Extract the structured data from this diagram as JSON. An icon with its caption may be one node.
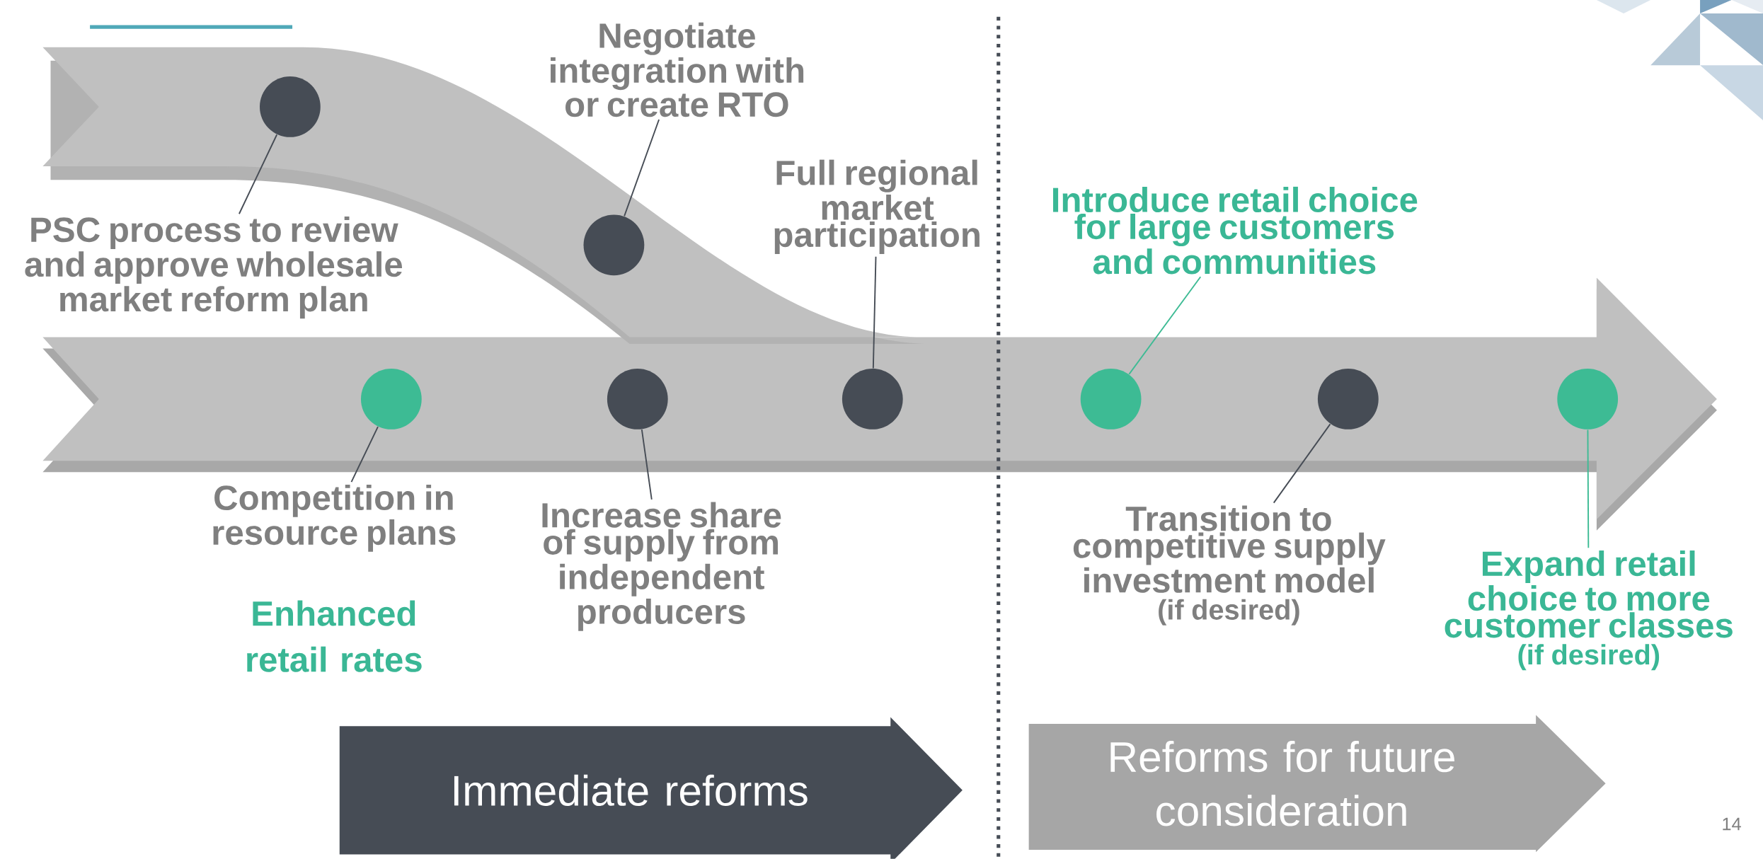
{
  "diagram": {
    "nodes": [
      {
        "text": [
          "PSC process to review and approve wholesale market reform plan"
        ]
      },
      {
        "text": [],
        "shape": "circle"
      },
      {
        "text": [
          "Negotiate integration with or create RTO"
        ]
      },
      {
        "text": [],
        "shape": "circle"
      },
      {
        "text": [
          "Full regional market participation"
        ]
      },
      {
        "text": [],
        "shape": "circle"
      },
      {
        "text": [],
        "shape": "circle"
      },
      {
        "text": [],
        "shape": "circle"
      },
      {
        "text": [
          "Introduce retail choice for large customers and communities"
        ]
      },
      {
        "text": [],
        "shape": "circle"
      },
      {
        "text": [],
        "shape": "circle"
      },
      {
        "text": [],
        "shape": "circle"
      },
      {
        "text": [
          "Competition in resource plans"
        ]
      },
      {
        "text": [
          "Increase share of supply from independent producers"
        ]
      },
      {
        "text": [
          "Transition to competitive supply investment model",
          "(if desired)"
        ]
      },
      {
        "text": [
          "Expand retail choice to more customer classes",
          "(if desired)"
        ]
      },
      {
        "text": [
          "Immediate reforms"
        ]
      },
      {
        "text": [
          "Reforms for future consideration"
        ]
      }
    ],
    "edges": [
      {
        "from": 0,
        "to": 1,
        "arrow": "none"
      },
      {
        "from": 2,
        "to": 3,
        "arrow": "none"
      },
      {
        "from": 4,
        "to": 7,
        "arrow": "none"
      },
      {
        "from": 8,
        "to": 9,
        "arrow": "none",
        "color": "#3dbb94"
      },
      {
        "from": 12,
        "to": 5,
        "arrow": "none"
      },
      {
        "from": 13,
        "to": 6,
        "arrow": "none"
      },
      {
        "from": 14,
        "to": 10,
        "arrow": "none"
      },
      {
        "from": 15,
        "to": 11,
        "arrow": "none",
        "color": "#3dbb94"
      }
    ],
    "labels": [
      "Enhanced retail rates",
      "14"
    ]
  }
}
